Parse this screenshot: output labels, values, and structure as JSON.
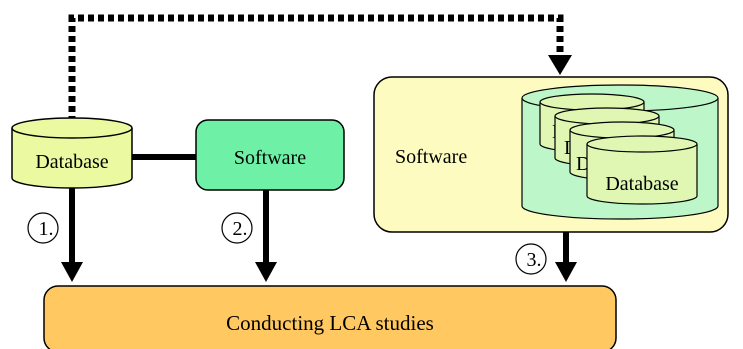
{
  "diagram": {
    "left_database_label": "Database",
    "software_label": "Software",
    "bundle_software_label": "Software",
    "stack_database_label": "Database",
    "stack_back_label_1": "D",
    "stack_back_label_2": "D",
    "stack_back_label_3": "D",
    "output_label": "Conducting LCA studies",
    "step_1": "1.",
    "step_2": "2.",
    "step_3": "3."
  },
  "colors": {
    "database_fill": "#ebfaa0",
    "software_fill": "#6ef0a6",
    "bundle_fill": "#fdfbbf",
    "stack_fill": "#bdf6c9",
    "cylinder_fill": "#dff7b3",
    "output_fill": "#ffc860",
    "line": "#000000"
  }
}
